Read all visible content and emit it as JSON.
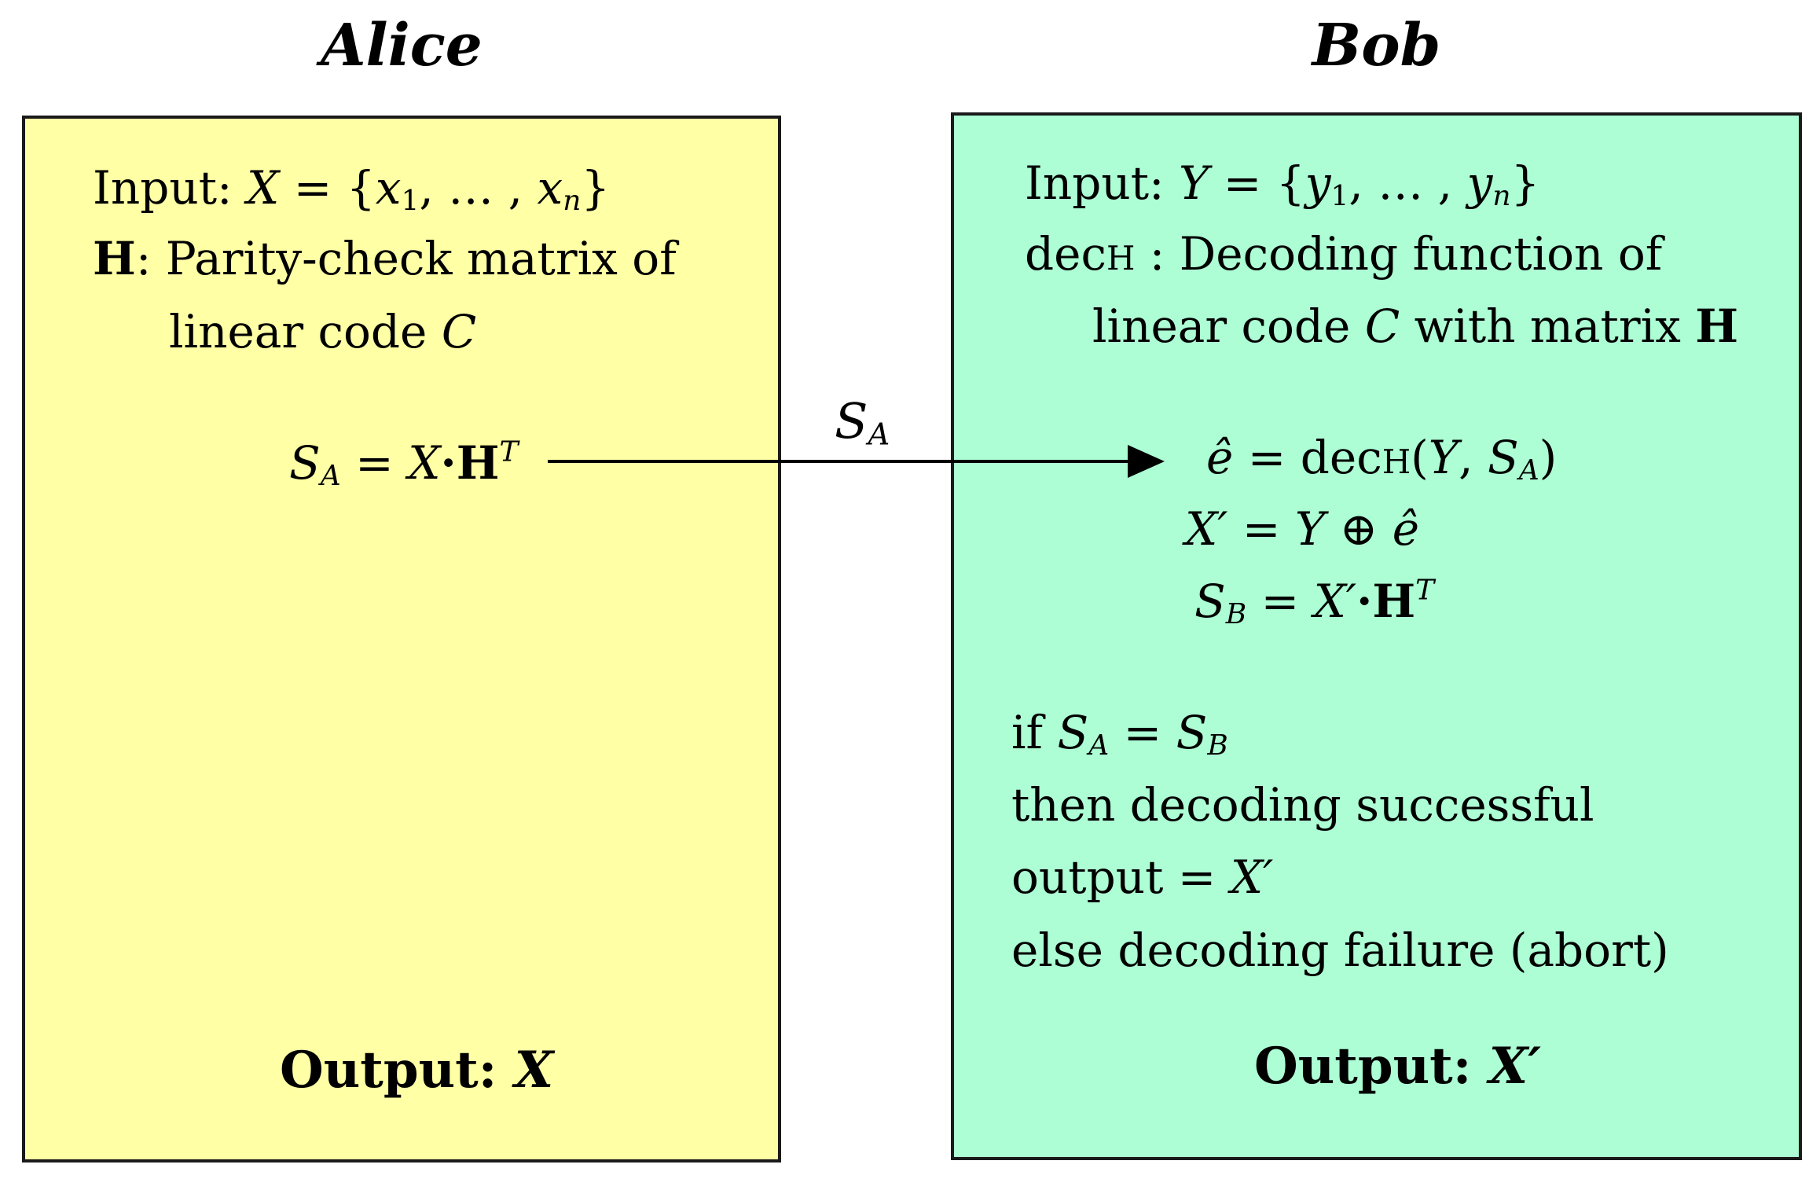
{
  "alice": {
    "title": "Alice",
    "input_label": "Input: ",
    "input_var": "X",
    "input_eq": " = {",
    "input_x": "x",
    "input_x1_sub": "1",
    "input_mid": ", … , ",
    "input_xn": "x",
    "input_xn_sub": "n",
    "input_close": "}",
    "h_symbol": "H",
    "h_desc_line1": ": Parity-check matrix of",
    "h_desc_line2_prefix": "linear code ",
    "code_symbol": "C",
    "syndrome_s": "S",
    "syndrome_sub": "A",
    "syndrome_eq": " = ",
    "syndrome_x": "X",
    "syndrome_dot": "·",
    "syndrome_h": "H",
    "syndrome_sup": "T",
    "output_label": "Output: ",
    "output_value": "X"
  },
  "arrow": {
    "label_s": "S",
    "label_sub": "A"
  },
  "bob": {
    "title": "Bob",
    "input_label": "Input: ",
    "input_var": "Y",
    "input_eq": " = {",
    "input_y": "y",
    "input_y1_sub": "1",
    "input_mid": ", … , ",
    "input_yn": "y",
    "input_yn_sub": "n",
    "input_close": "}",
    "dec_name": "dec",
    "dec_sub": "H",
    "dec_desc_line1": " : Decoding function of",
    "dec_desc_line2_prefix": "linear code ",
    "code_symbol": "C",
    "dec_desc_line2_mid": " with matrix ",
    "dec_desc_line2_h": "H",
    "ehat": "ê",
    "ehat_eq": " = dec",
    "ehat_dec_sub": "H",
    "ehat_args_open": "(",
    "ehat_y": "Y",
    "ehat_comma": ", ",
    "ehat_s": "S",
    "ehat_s_sub": "A",
    "ehat_close": ")",
    "xprime": "X′",
    "xprime_eq": " = ",
    "xprime_y": "Y",
    "xprime_oplus": " ⊕ ",
    "xprime_ehat": "ê",
    "sb_s": "S",
    "sb_sub": "B",
    "sb_eq": " = ",
    "sb_x": "X′",
    "sb_dot": "·",
    "sb_h": "H",
    "sb_sup": "T",
    "if_word": "if ",
    "if_s1": "S",
    "if_s1_sub": "A",
    "if_eq": " = ",
    "if_s2": "S",
    "if_s2_sub": "B",
    "then_line": "then decoding successful",
    "output_line_prefix": "output = ",
    "output_line_value": "X′",
    "else_line": "else decoding failure (abort)",
    "output_label": "Output: ",
    "output_value": "X′"
  },
  "colors": {
    "alice_box": "#ffffa6",
    "bob_box": "#adfed4",
    "border": "#1a1a1a"
  }
}
